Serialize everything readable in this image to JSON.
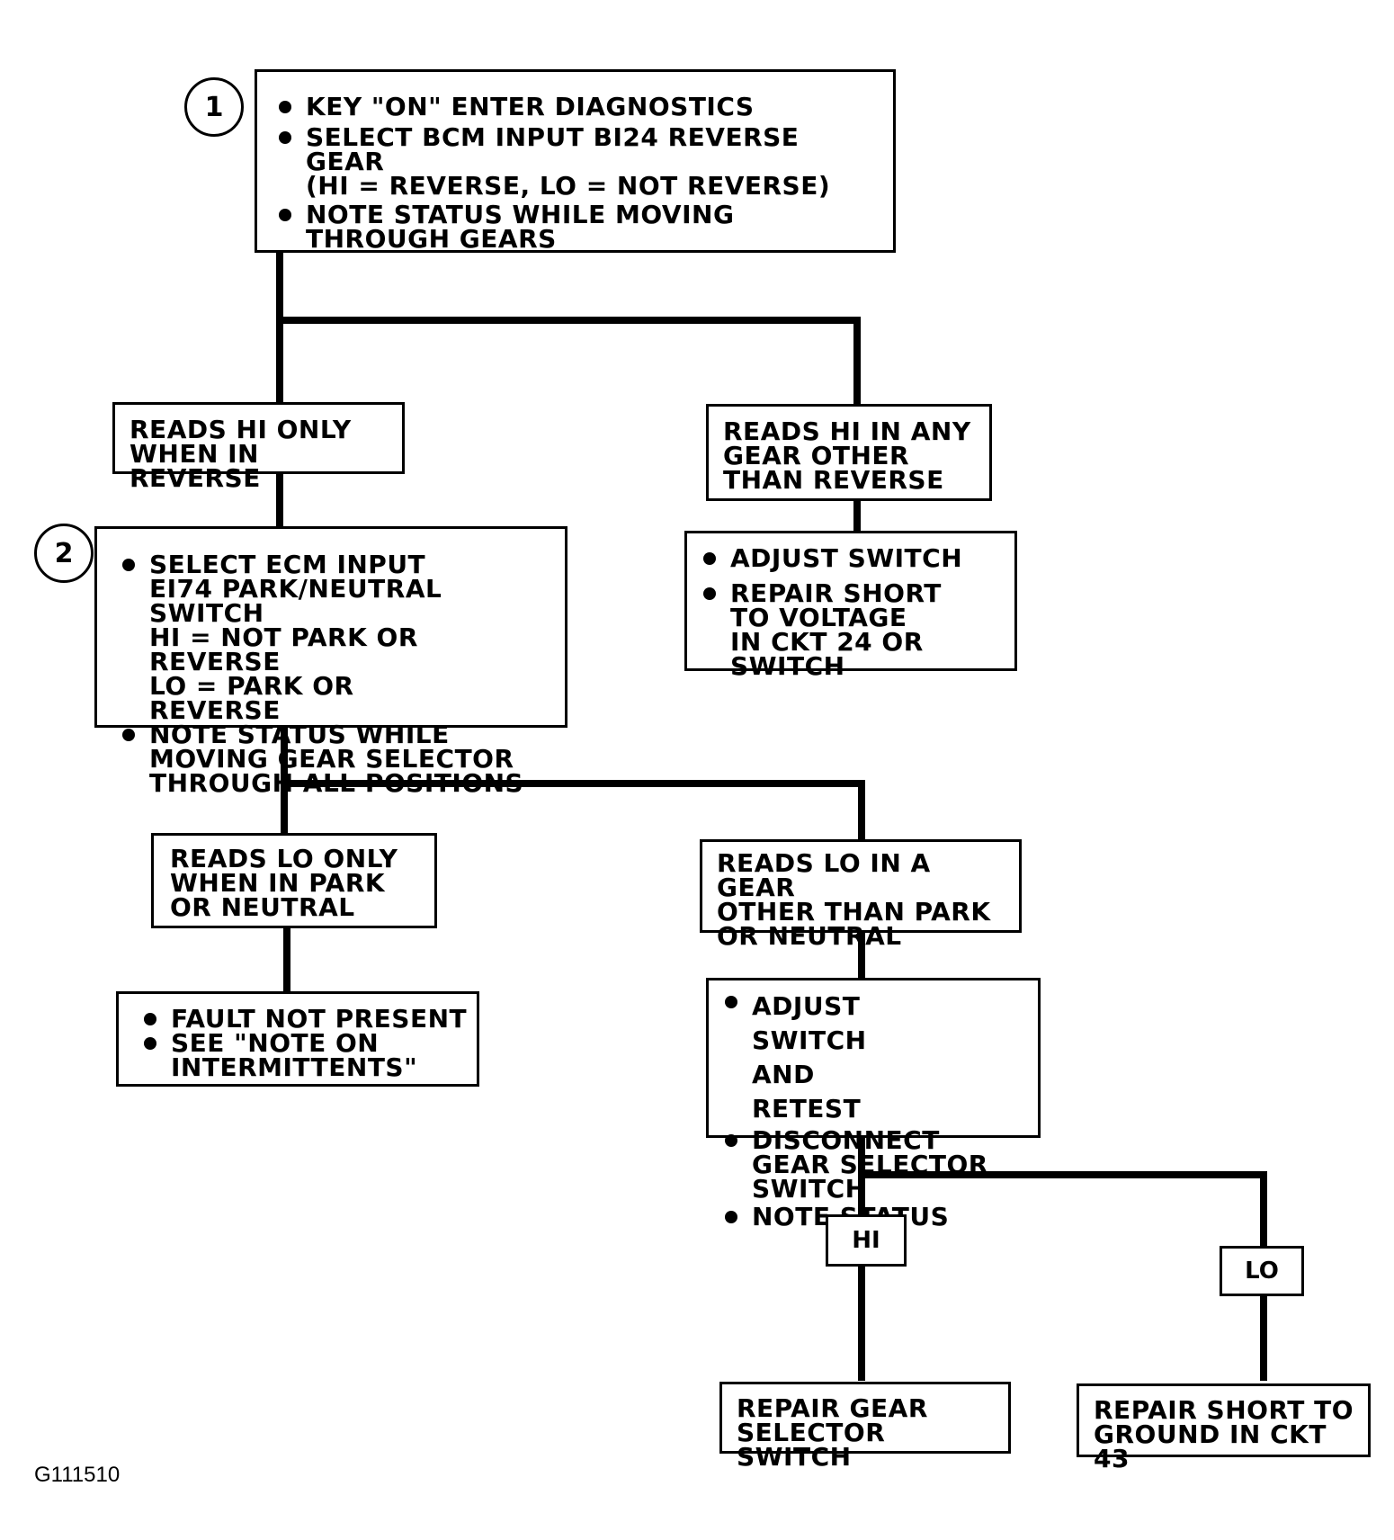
{
  "step1": {
    "number": "1",
    "items": [
      "KEY \"ON\" ENTER DIAGNOSTICS",
      "SELECT BCM INPUT BI24 REVERSE GEAR",
      "NOTE STATUS WHILE MOVING THROUGH GEARS"
    ],
    "note": "(HI = REVERSE, LO = NOT REVERSE)"
  },
  "branch1_left": {
    "text": [
      "READS HI ONLY",
      "WHEN IN REVERSE"
    ]
  },
  "branch1_right": {
    "text": [
      "READS HI IN ANY",
      "GEAR OTHER",
      "THAN REVERSE"
    ]
  },
  "action1_right": {
    "items": [
      "ADJUST SWITCH",
      "REPAIR SHORT TO VOLTAGE IN CKT 24 OR SWITCH"
    ]
  },
  "step2": {
    "number": "2",
    "items": [
      "SELECT ECM INPUT EI74 PARK/NEUTRAL SWITCH",
      "NOTE STATUS WHILE MOVING GEAR SELECTOR THROUGH ALL POSITIONS"
    ],
    "sub": [
      "HI = NOT PARK OR REVERSE",
      "LO = PARK OR REVERSE"
    ]
  },
  "branch2_left": {
    "text": [
      "READS LO ONLY",
      "WHEN IN PARK",
      "OR NEUTRAL"
    ]
  },
  "branch2_right": {
    "text": [
      "READS LO IN A GEAR",
      "OTHER THAN PARK",
      "OR NEUTRAL"
    ]
  },
  "action2_left": {
    "items": [
      "FAULT NOT PRESENT",
      "SEE \"NOTE ON INTERMITTENTS\""
    ]
  },
  "action2_right": {
    "items": [
      "ADJUST SWITCH AND RETEST",
      "DISCONNECT GEAR SELECTOR SWITCH",
      "NOTE STATUS"
    ]
  },
  "result_labels": {
    "hi": "HI",
    "lo": "LO"
  },
  "result_hi": {
    "text": [
      "REPAIR GEAR",
      "SELECTOR SWITCH"
    ]
  },
  "result_lo": {
    "text": [
      "REPAIR SHORT TO",
      "GROUND IN CKT 43"
    ]
  },
  "figure_id": "G111510"
}
